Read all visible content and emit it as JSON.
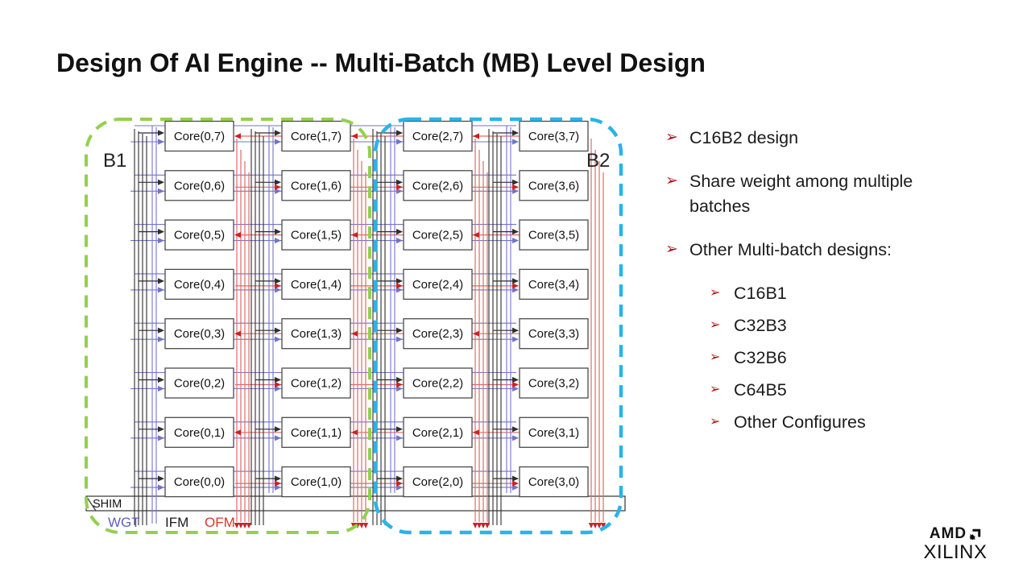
{
  "slide": {
    "title": "Design Of AI Engine -- Multi-Batch (MB) Level Design"
  },
  "bullets": {
    "glyph": "➢",
    "glyph_color": "#b5121b",
    "items": [
      {
        "label": "C16B2 design",
        "level": 1
      },
      {
        "label": "Share weight among multiple batches",
        "level": 1
      },
      {
        "label": "Other Multi-batch designs:",
        "level": 1
      },
      {
        "label": "C16B1",
        "level": 2
      },
      {
        "label": "C32B3",
        "level": 2
      },
      {
        "label": "C32B6",
        "level": 2
      },
      {
        "label": "C64B5",
        "level": 2
      },
      {
        "label": "Other Configures",
        "level": 2
      }
    ]
  },
  "diagram": {
    "batch_groups": [
      {
        "label": "B1",
        "color": "#92d050"
      },
      {
        "label": "B2",
        "color": "#2bb3e8"
      }
    ],
    "columns": [
      {
        "cores": [
          "Core(0,7)",
          "Core(0,6)",
          "Core(0,5)",
          "Core(0,4)",
          "Core(0,3)",
          "Core(0,2)",
          "Core(0,1)",
          "Core(0,0)"
        ]
      },
      {
        "cores": [
          "Core(1,7)",
          "Core(1,6)",
          "Core(1,5)",
          "Core(1,4)",
          "Core(1,3)",
          "Core(1,2)",
          "Core(1,1)",
          "Core(1,0)"
        ]
      },
      {
        "cores": [
          "Core(2,7)",
          "Core(2,6)",
          "Core(2,5)",
          "Core(2,4)",
          "Core(2,3)",
          "Core(2,2)",
          "Core(2,1)",
          "Core(2,0)"
        ]
      },
      {
        "cores": [
          "Core(3,7)",
          "Core(3,6)",
          "Core(3,5)",
          "Core(3,4)",
          "Core(3,3)",
          "Core(3,2)",
          "Core(3,1)",
          "Core(3,0)"
        ]
      }
    ],
    "shim_label": "SHIM",
    "legend": [
      {
        "label": "WGT",
        "text_color": "#5f5fbe"
      },
      {
        "label": "IFM",
        "text_color": "#1a1a1a"
      },
      {
        "label": "OFM",
        "text_color": "#dd3333"
      }
    ],
    "colors": {
      "wgt_line": "#7373c9",
      "ifm_line": "#2f2f2f",
      "ofm_line": "#e06a6a",
      "ofm_arrow": "#cc2222",
      "core_border": "#4a4a4a",
      "core_fill": "#ffffff"
    }
  },
  "footer": {
    "brand_top": "AMD",
    "brand_bottom": "XILINX"
  }
}
